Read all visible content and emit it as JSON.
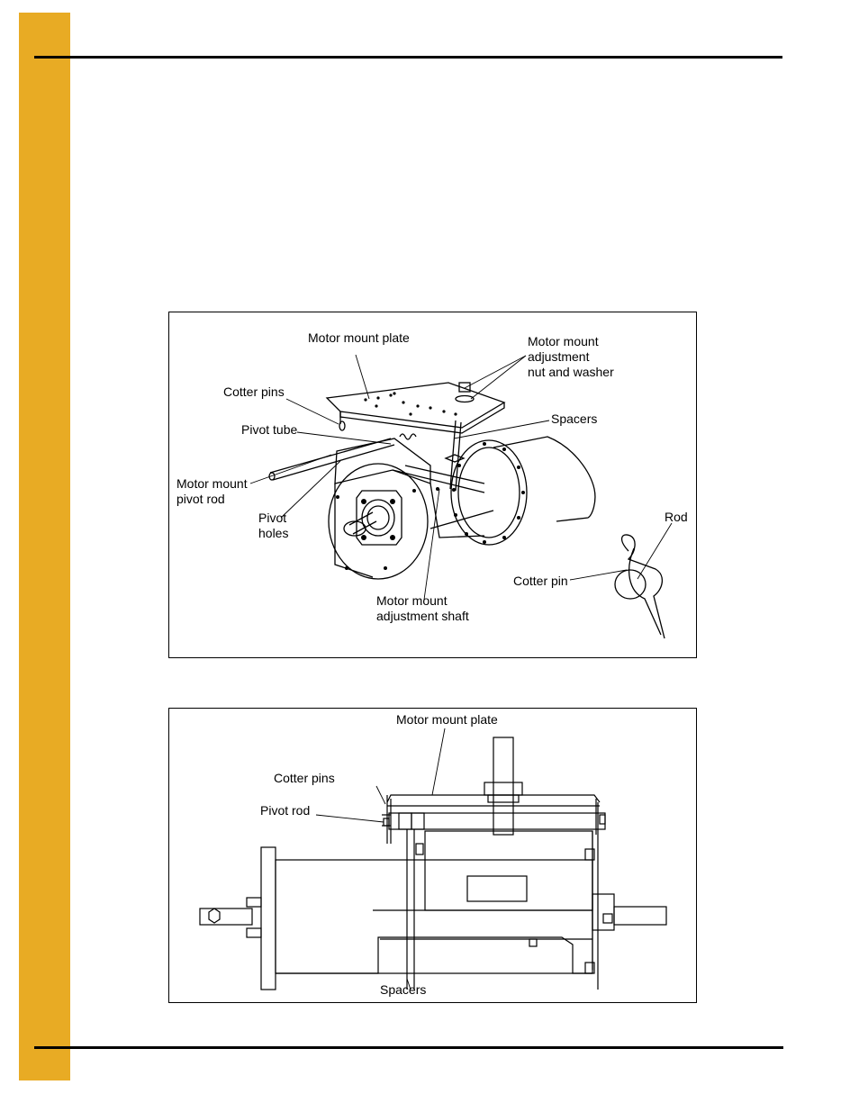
{
  "figure1": {
    "labels": {
      "motor_mount_plate": "Motor mount plate",
      "adjustment_nut_washer": "Motor mount\nadjustment\nnut and washer",
      "cotter_pins": "Cotter pins",
      "spacers": "Spacers",
      "pivot_tube": "Pivot tube",
      "pivot_rod": "Motor mount\npivot rod",
      "pivot_holes": "Pivot\nholes",
      "rod": "Rod",
      "cotter_pin": "Cotter pin",
      "adjustment_shaft": "Motor mount\nadjustment shaft"
    }
  },
  "figure2": {
    "labels": {
      "motor_mount_plate": "Motor mount plate",
      "cotter_pins": "Cotter pins",
      "pivot_rod": "Pivot rod",
      "spacers": "Spacers"
    }
  },
  "colors": {
    "side_bar": "#e8ab24",
    "rules": "#000000"
  }
}
